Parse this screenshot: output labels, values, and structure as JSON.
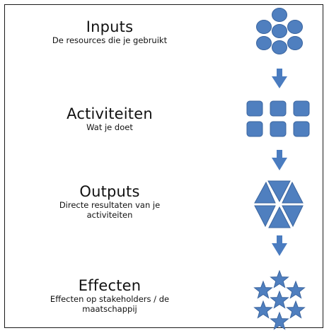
{
  "colors": {
    "shape_fill": "#4f7fbf",
    "shape_stroke": "#3b659f",
    "arrow": "#4a7cc0",
    "frame": "#1a1a1a",
    "text": "#111111"
  },
  "stages": [
    {
      "title": "Inputs",
      "description_lines": [
        "De resources die je gebruikt"
      ],
      "icon": "circles-cluster-icon"
    },
    {
      "title": "Activiteiten",
      "description_lines": [
        "Wat je doet"
      ],
      "icon": "squares-grid-icon"
    },
    {
      "title": "Outputs",
      "description_lines": [
        "Directe resultaten van je",
        "activiteiten"
      ],
      "icon": "triangles-hexagon-icon"
    },
    {
      "title": "Effecten",
      "description_lines": [
        "Effecten op stakeholders / de",
        "maatschappij"
      ],
      "icon": "stars-cluster-icon"
    }
  ],
  "connectors": [
    "down-arrow-icon",
    "down-arrow-icon",
    "down-arrow-icon"
  ]
}
